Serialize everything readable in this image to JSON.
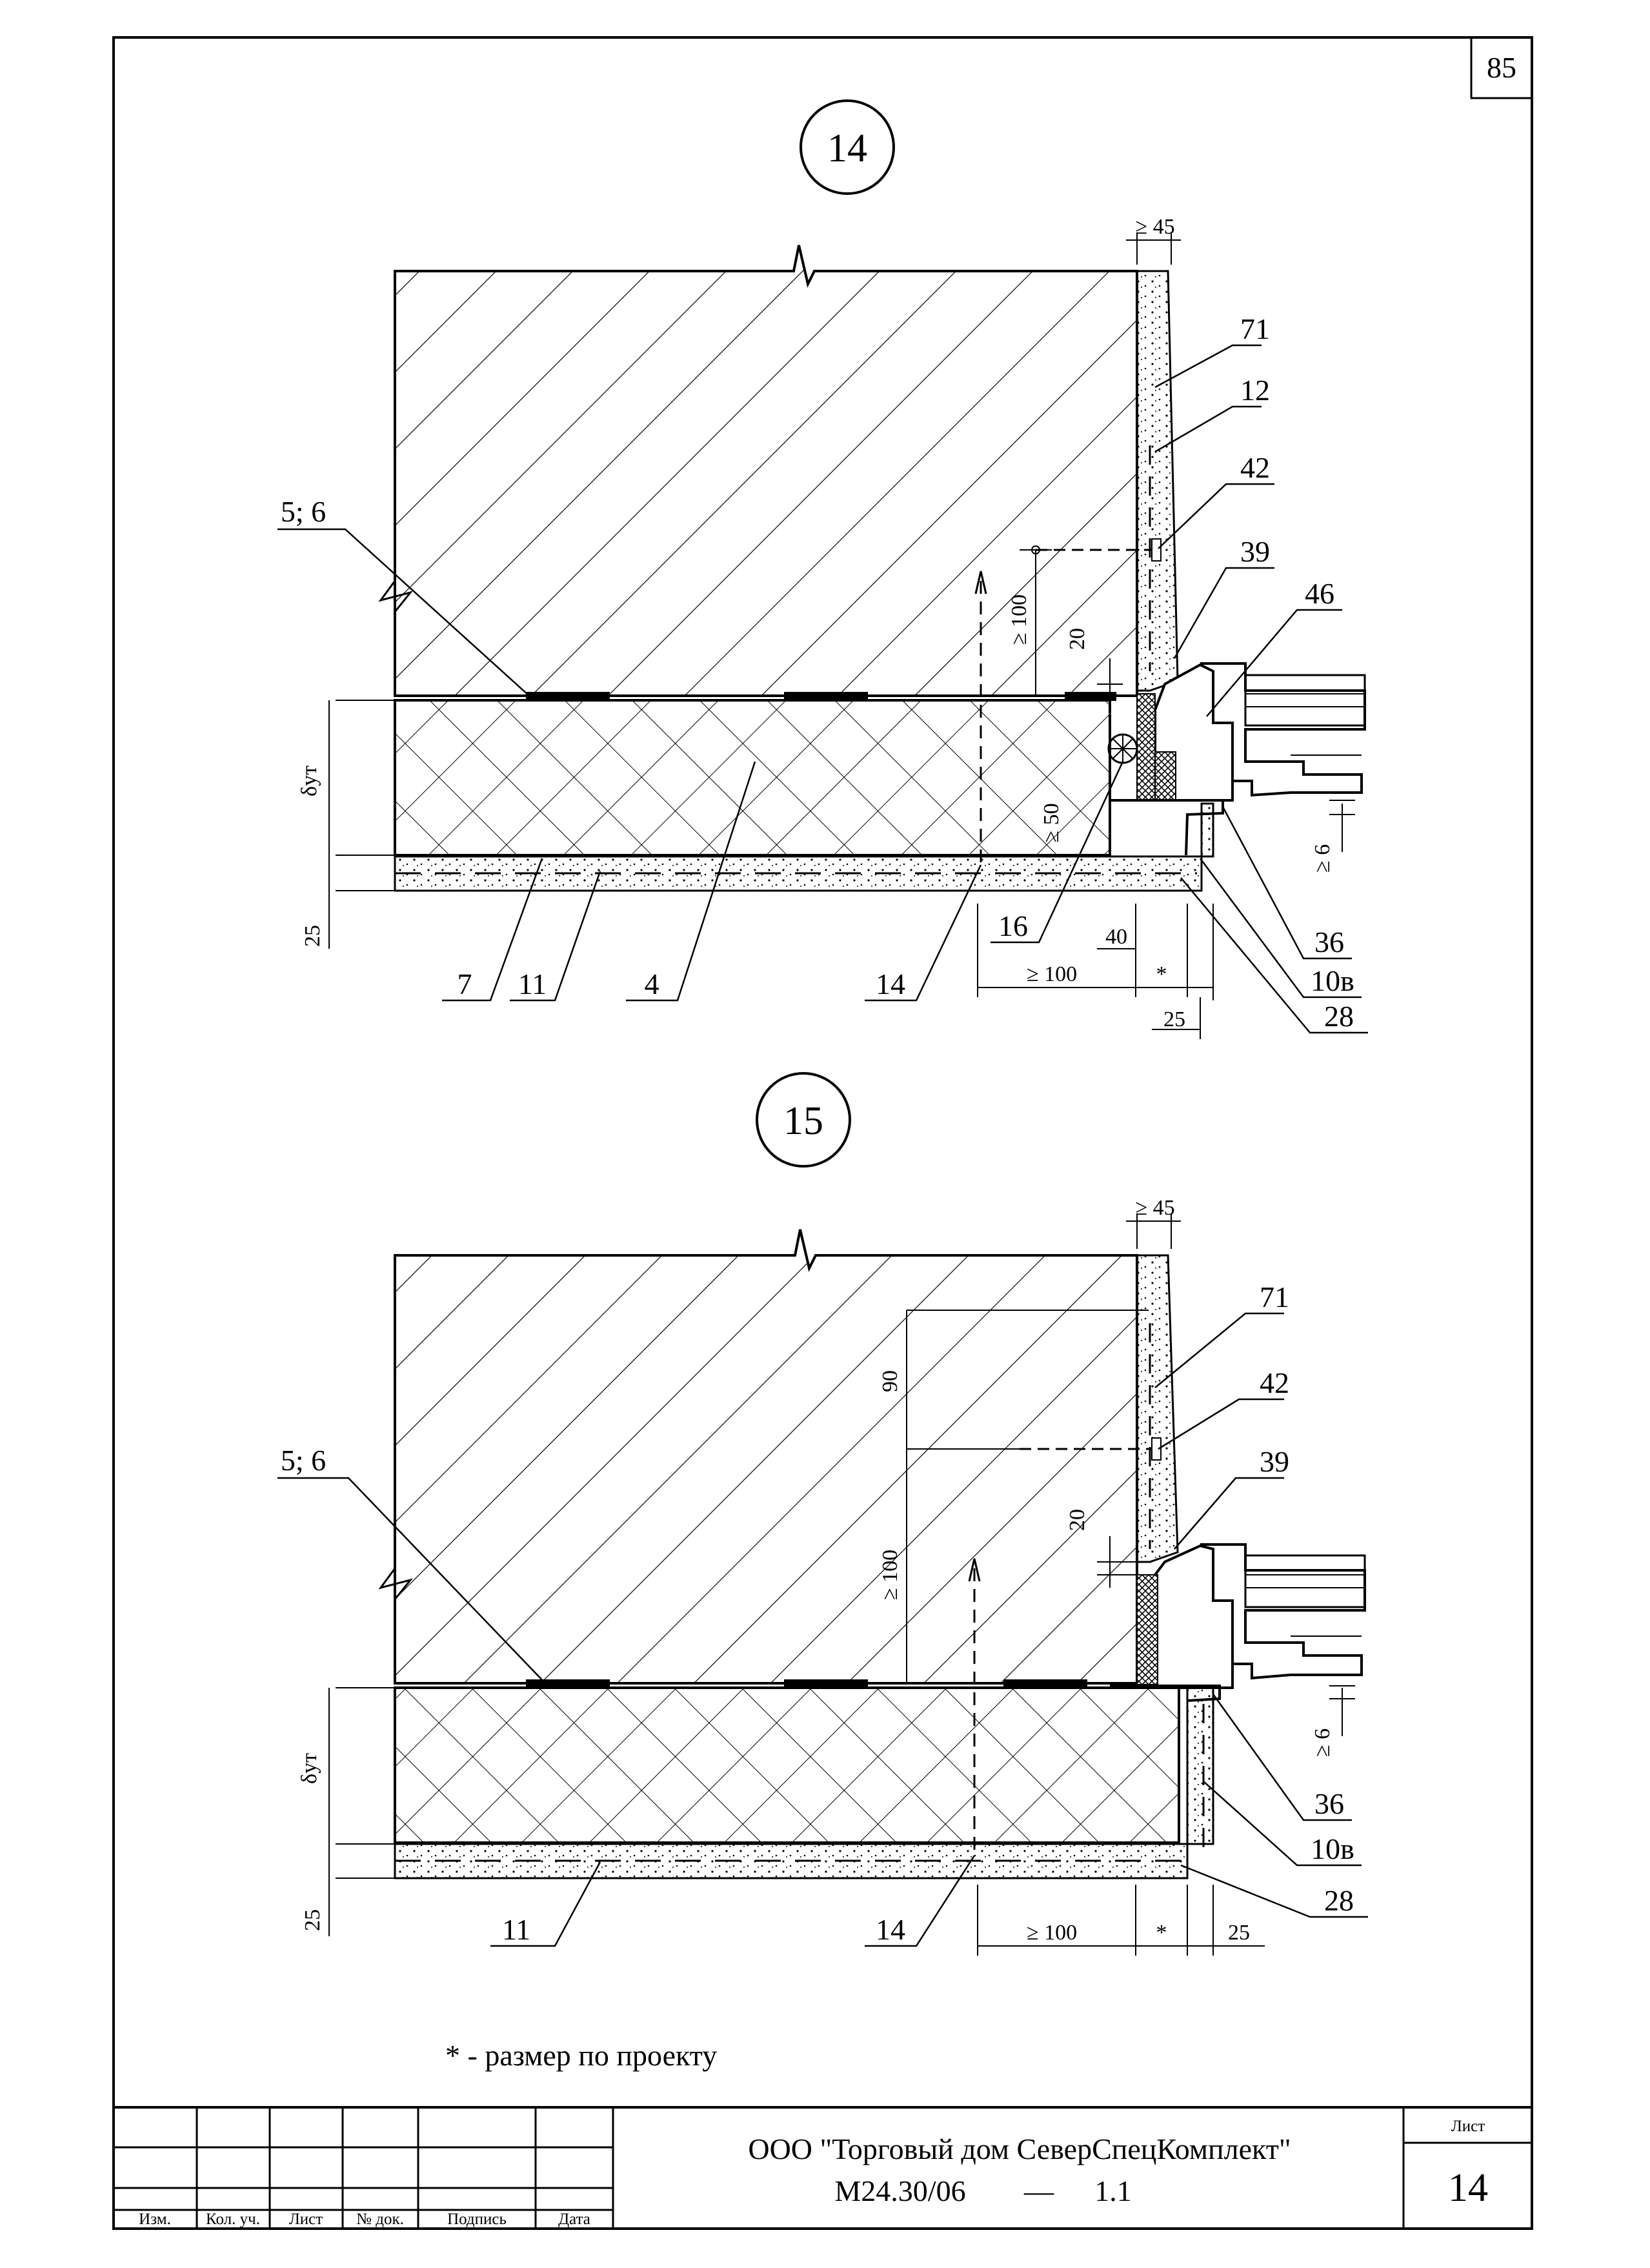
{
  "page_number": "85",
  "detail_14": {
    "label": "14",
    "callouts": {
      "c71": "71",
      "c12": "12",
      "c42": "42",
      "c39": "39",
      "c46": "46",
      "c5_6": "5; 6",
      "c36": "36",
      "c10v": "10в",
      "c28": "28",
      "c16": "16",
      "c14": "14",
      "c4": "4",
      "c11": "11",
      "c7": "7"
    },
    "dims": {
      "top_45": "≥ 45",
      "v100": "≥ 100",
      "v20": "20",
      "v50": "≥ 50",
      "v6": "≥ 6",
      "h40": "40",
      "h100": "≥ 100",
      "star": "*",
      "h25": "25",
      "delta": "δут",
      "d25": "25"
    }
  },
  "detail_15": {
    "label": "15",
    "callouts": {
      "c71": "71",
      "c42": "42",
      "c39": "39",
      "c5_6": "5; 6",
      "c36": "36",
      "c10v": "10в",
      "c28": "28",
      "c14": "14",
      "c11": "11"
    },
    "dims": {
      "top_45": "≥ 45",
      "v90": "90",
      "v100": "≥ 100",
      "v20": "20",
      "v6": "≥ 6",
      "h100": "≥ 100",
      "star": "*",
      "h25": "25",
      "delta": "δут",
      "d25": "25"
    }
  },
  "footnote": "* - размер по проекту",
  "title_block": {
    "columns": [
      "Изм.",
      "Кол. уч.",
      "Лист",
      "№ док.",
      "Подпись",
      "Дата"
    ],
    "organization": "ООО \"Торговый дом СеверСпецКомплект\"",
    "document_code": "М24.30/06",
    "dash": "—",
    "version": "1.1",
    "sheet_label": "Лист",
    "sheet_number": "14"
  }
}
